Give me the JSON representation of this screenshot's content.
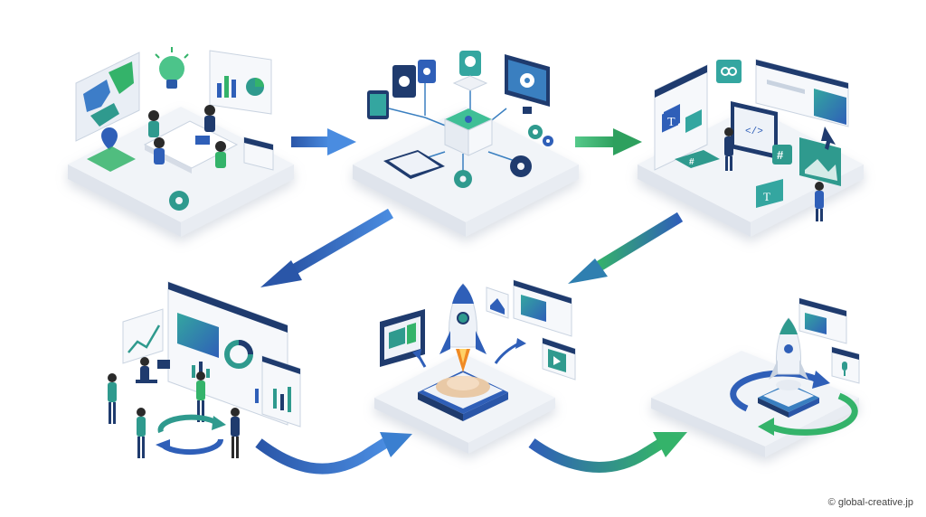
{
  "diagram": {
    "steps": [
      {
        "id": "planning",
        "icons": [
          "map-icon",
          "lightbulb-icon",
          "chart-board-icon",
          "location-pin-icon",
          "calendar-icon",
          "gear-icon",
          "team-meeting-icon"
        ]
      },
      {
        "id": "system-design",
        "icons": [
          "server-stack-icon",
          "monitor-gear-icon",
          "tablet-icon",
          "gear-icon",
          "lightbulb-icon"
        ]
      },
      {
        "id": "content-creation",
        "icons": [
          "text-document-icon",
          "link-icon",
          "code-screen-icon",
          "hashtag-icon",
          "image-icon",
          "cursor-icon"
        ]
      },
      {
        "id": "analysis-improvement",
        "icons": [
          "dashboard-icon",
          "line-chart-icon",
          "cycle-arrows-icon",
          "team-icon"
        ]
      },
      {
        "id": "launch",
        "icons": [
          "rocket-icon",
          "browser-window-icon",
          "video-icon",
          "tablet-icon"
        ]
      },
      {
        "id": "growth-cycle",
        "icons": [
          "rocket-icon",
          "cycle-arrows-icon",
          "browser-window-icon",
          "microphone-icon"
        ]
      }
    ],
    "colors": {
      "blue": "#3b6fc4",
      "green": "#34b36a",
      "navy": "#1f3b6e",
      "platform": "#eef1f6",
      "platform_edge": "#d6dce6"
    }
  },
  "footer": {
    "credit": "© global-creative.jp"
  }
}
